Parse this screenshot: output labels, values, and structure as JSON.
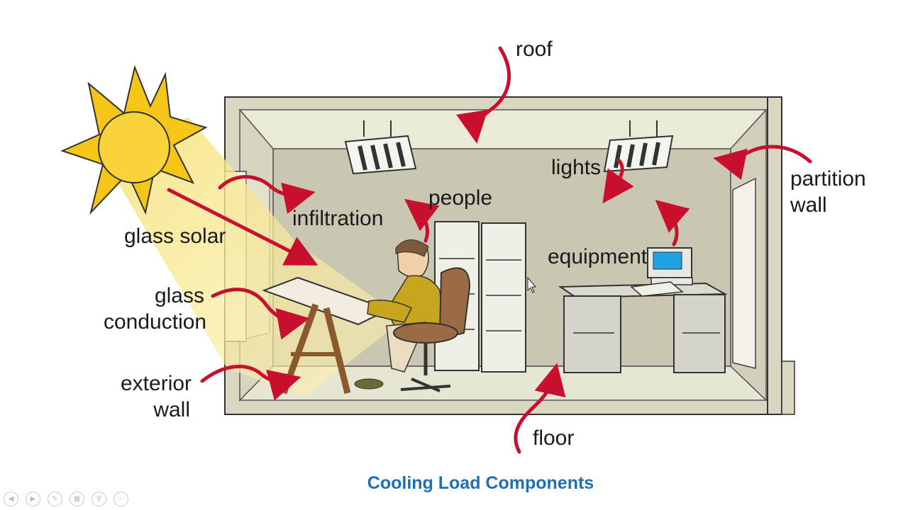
{
  "labels": {
    "roof": "roof",
    "lights": "lights",
    "partition_wall": [
      "partition",
      "wall"
    ],
    "infiltration": "infiltration",
    "people": "people",
    "glass_solar": "glass solar",
    "equipment": "equipment",
    "glass_conduction": [
      "glass",
      "conduction"
    ],
    "exterior_wall": [
      "exterior",
      "wall"
    ],
    "floor": "floor"
  },
  "caption": "Cooling Load Components",
  "colors": {
    "arrow": "#c8102e",
    "caption": "#1f6fb5",
    "sun": "#f5c518",
    "wall": "#d9d6c2",
    "room_back": "#c9c6b2"
  },
  "slide_controls": [
    "prev-icon",
    "next-icon",
    "pen-icon",
    "slides-icon",
    "zoom-icon",
    "more-icon"
  ]
}
